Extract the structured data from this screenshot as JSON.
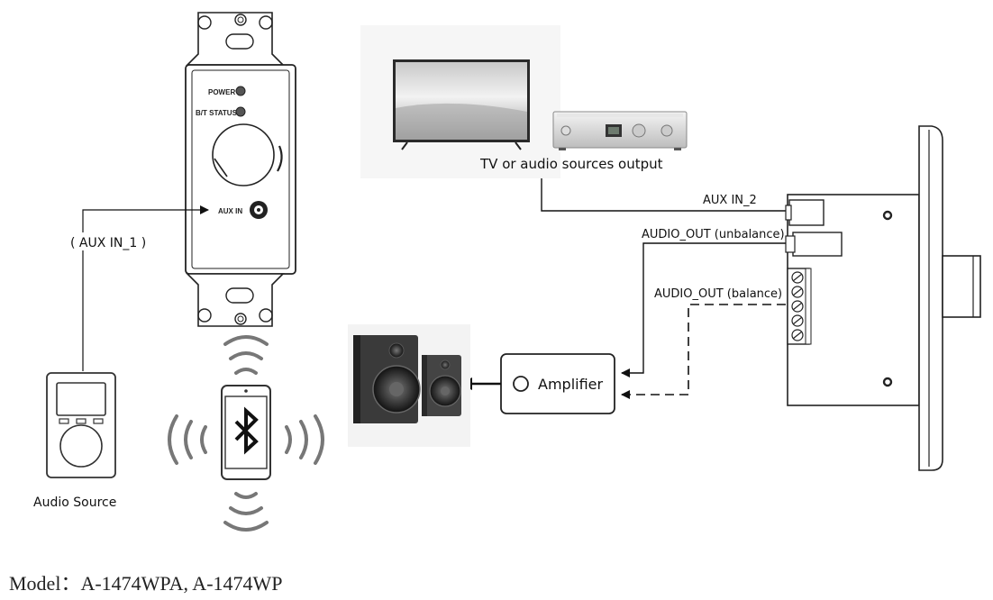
{
  "wall_plate": {
    "power_label": "POWER",
    "bt_status_label": "B/T STATUS",
    "aux_in_label": "AUX IN"
  },
  "labels": {
    "aux_in_1": "( AUX IN_1 )",
    "audio_source": "Audio Source",
    "tv_sources": "TV or audio sources output",
    "aux_in_2": "AUX IN_2",
    "audio_out_unbalance": "AUDIO_OUT (unbalance)",
    "audio_out_balance": "AUDIO_OUT (balance)",
    "amplifier": "Amplifier"
  },
  "model": "Model：A-1474WPA, A-1474WP",
  "icons": [
    "bluetooth-icon",
    "phone-icon",
    "speakers-icon",
    "tv-icon",
    "audio-receiver-icon",
    "media-player-icon"
  ]
}
